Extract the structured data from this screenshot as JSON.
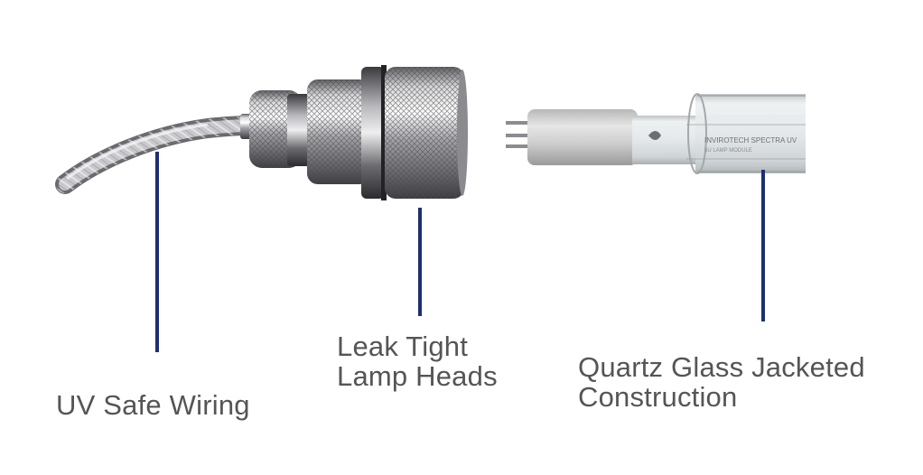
{
  "labels": {
    "wiring": {
      "line1": "UV Safe Wiring"
    },
    "lamp_heads": {
      "line1": "Leak Tight",
      "line2": "Lamp Heads"
    },
    "quartz": {
      "line1": "Quartz Glass Jacketed",
      "line2": "Construction"
    }
  },
  "sleeve_print": {
    "line1": "INVIROTECH SPECTRA UV",
    "line2": "5U LAMP MODULE"
  },
  "colors": {
    "pointer": "#1e2f73",
    "label_text": "#555555",
    "background": "#ffffff"
  }
}
